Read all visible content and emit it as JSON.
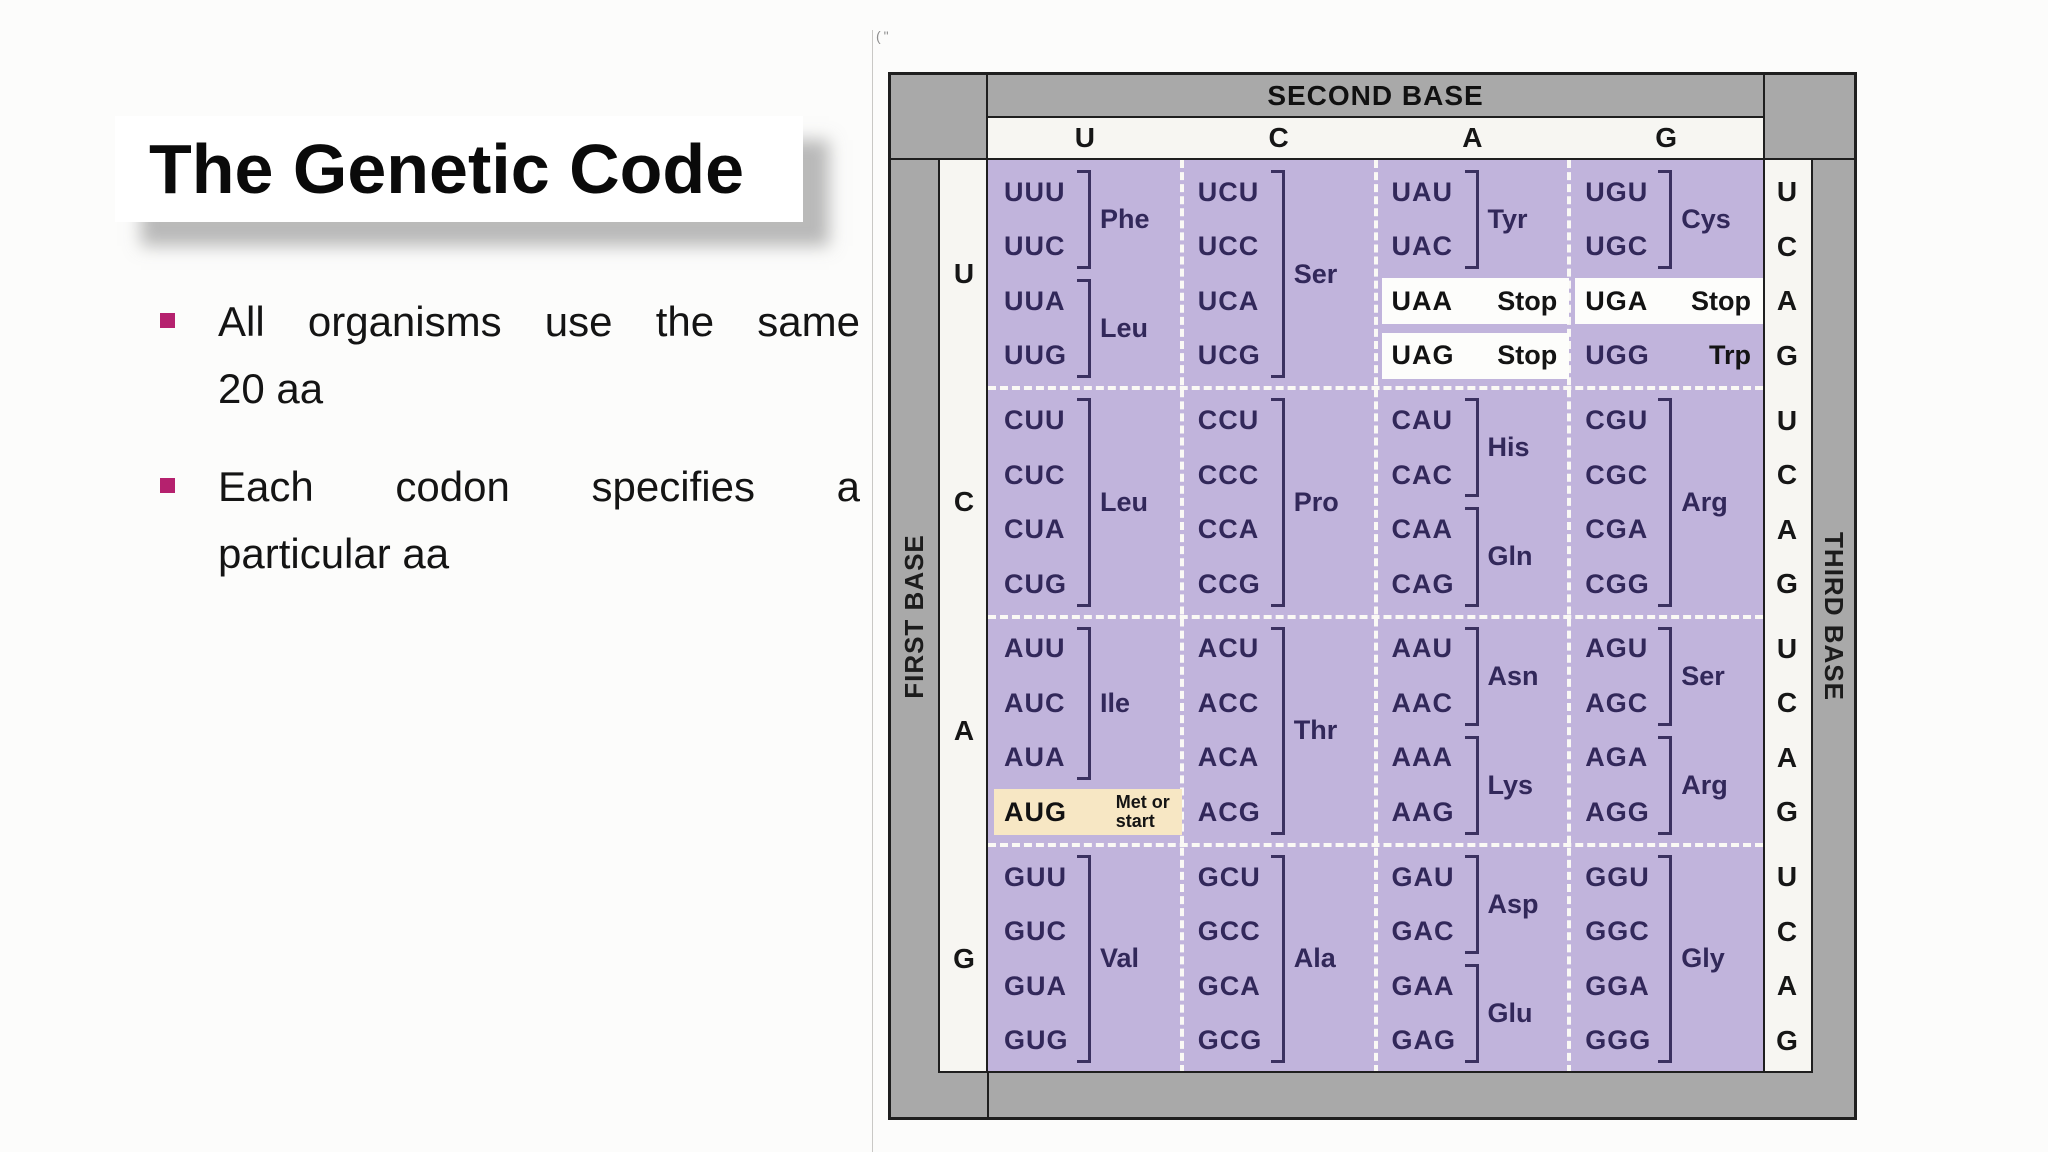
{
  "slide": {
    "title": "The Genetic Code",
    "bullets": [
      {
        "line1": "All organisms use the same",
        "line2": "20 aa"
      },
      {
        "line1": "Each codon specifies a",
        "line2": "particular aa"
      }
    ]
  },
  "figure": {
    "corner_marks": "(\"",
    "second_base_label": "SECOND BASE",
    "first_base_label": "FIRST BASE",
    "third_base_label": "THIRD BASE",
    "second_bases": [
      "U",
      "C",
      "A",
      "G"
    ],
    "third_bases": [
      "U",
      "C",
      "A",
      "G"
    ],
    "colors": {
      "cell_purple": "#c1b4dc",
      "band_gray": "#a9a9a9",
      "stop_highlight": "#fdfdfb",
      "start_highlight": "#f7e7c4",
      "codon_text": "#32285a",
      "bullet_accent": "#b5216e"
    },
    "rows": [
      {
        "base": "U",
        "cells": [
          {
            "groups": [
              {
                "type": "bracket",
                "codons": [
                  "UUU",
                  "UUC"
                ],
                "amino": "Phe"
              },
              {
                "type": "bracket",
                "codons": [
                  "UUA",
                  "UUG"
                ],
                "amino": "Leu"
              }
            ]
          },
          {
            "groups": [
              {
                "type": "bracket",
                "codons": [
                  "UCU",
                  "UCC",
                  "UCA",
                  "UCG"
                ],
                "amino": "Ser"
              }
            ]
          },
          {
            "groups": [
              {
                "type": "bracket",
                "codons": [
                  "UAU",
                  "UAC"
                ],
                "amino": "Tyr"
              },
              {
                "type": "line",
                "codon": "UAA",
                "amino": "Stop",
                "highlight": "stop"
              },
              {
                "type": "line",
                "codon": "UAG",
                "amino": "Stop",
                "highlight": "stop"
              }
            ]
          },
          {
            "groups": [
              {
                "type": "bracket",
                "codons": [
                  "UGU",
                  "UGC"
                ],
                "amino": "Cys"
              },
              {
                "type": "line",
                "codon": "UGA",
                "amino": "Stop",
                "highlight": "stop"
              },
              {
                "type": "line",
                "codon": "UGG",
                "amino": "Trp"
              }
            ]
          }
        ]
      },
      {
        "base": "C",
        "cells": [
          {
            "groups": [
              {
                "type": "bracket",
                "codons": [
                  "CUU",
                  "CUC",
                  "CUA",
                  "CUG"
                ],
                "amino": "Leu"
              }
            ]
          },
          {
            "groups": [
              {
                "type": "bracket",
                "codons": [
                  "CCU",
                  "CCC",
                  "CCA",
                  "CCG"
                ],
                "amino": "Pro"
              }
            ]
          },
          {
            "groups": [
              {
                "type": "bracket",
                "codons": [
                  "CAU",
                  "CAC"
                ],
                "amino": "His"
              },
              {
                "type": "bracket",
                "codons": [
                  "CAA",
                  "CAG"
                ],
                "amino": "Gln"
              }
            ]
          },
          {
            "groups": [
              {
                "type": "bracket",
                "codons": [
                  "CGU",
                  "CGC",
                  "CGA",
                  "CGG"
                ],
                "amino": "Arg"
              }
            ]
          }
        ]
      },
      {
        "base": "A",
        "cells": [
          {
            "groups": [
              {
                "type": "bracket",
                "codons": [
                  "AUU",
                  "AUC",
                  "AUA"
                ],
                "amino": "Ile"
              },
              {
                "type": "line",
                "codon": "AUG",
                "amino": "Met or start",
                "amino_lines": [
                  "Met or",
                  "start"
                ],
                "highlight": "start"
              }
            ]
          },
          {
            "groups": [
              {
                "type": "bracket",
                "codons": [
                  "ACU",
                  "ACC",
                  "ACA",
                  "ACG"
                ],
                "amino": "Thr"
              }
            ]
          },
          {
            "groups": [
              {
                "type": "bracket",
                "codons": [
                  "AAU",
                  "AAC"
                ],
                "amino": "Asn"
              },
              {
                "type": "bracket",
                "codons": [
                  "AAA",
                  "AAG"
                ],
                "amino": "Lys"
              }
            ]
          },
          {
            "groups": [
              {
                "type": "bracket",
                "codons": [
                  "AGU",
                  "AGC"
                ],
                "amino": "Ser"
              },
              {
                "type": "bracket",
                "codons": [
                  "AGA",
                  "AGG"
                ],
                "amino": "Arg"
              }
            ]
          }
        ]
      },
      {
        "base": "G",
        "cells": [
          {
            "groups": [
              {
                "type": "bracket",
                "codons": [
                  "GUU",
                  "GUC",
                  "GUA",
                  "GUG"
                ],
                "amino": "Val"
              }
            ]
          },
          {
            "groups": [
              {
                "type": "bracket",
                "codons": [
                  "GCU",
                  "GCC",
                  "GCA",
                  "GCG"
                ],
                "amino": "Ala"
              }
            ]
          },
          {
            "groups": [
              {
                "type": "bracket",
                "codons": [
                  "GAU",
                  "GAC"
                ],
                "amino": "Asp"
              },
              {
                "type": "bracket",
                "codons": [
                  "GAA",
                  "GAG"
                ],
                "amino": "Glu"
              }
            ]
          },
          {
            "groups": [
              {
                "type": "bracket",
                "codons": [
                  "GGU",
                  "GGC",
                  "GGA",
                  "GGG"
                ],
                "amino": "Gly"
              }
            ]
          }
        ]
      }
    ]
  }
}
